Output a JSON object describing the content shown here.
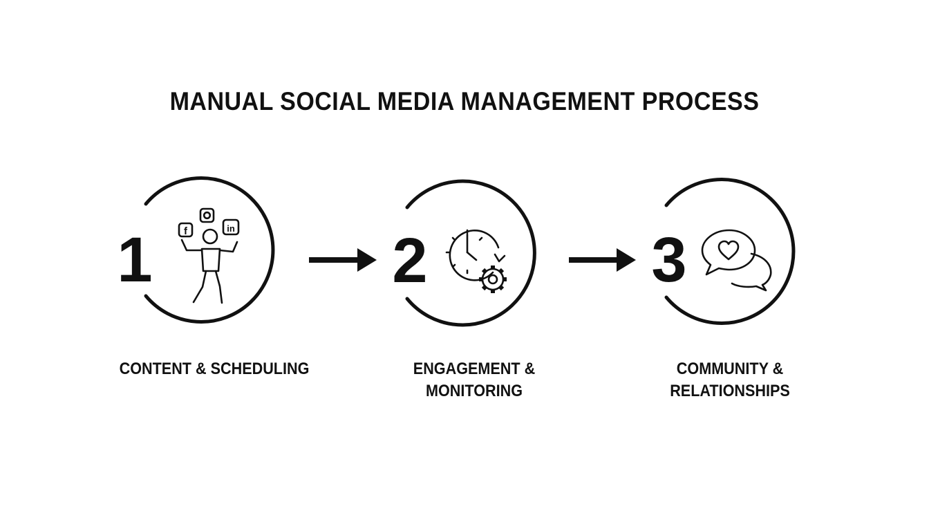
{
  "title": "MANUAL SOCIAL MEDIA MANAGEMENT PROCESS",
  "steps": [
    {
      "number": "1",
      "label_lines": [
        "CONTENT & SCHEDULING"
      ],
      "icon": "juggling-social-icons-icon"
    },
    {
      "number": "2",
      "label_lines": [
        "ENGAGEMENT &",
        "MONITORING"
      ],
      "icon": "clock-gear-icon"
    },
    {
      "number": "3",
      "label_lines": [
        "COMMUNITY &",
        "RELATIONSHIPS"
      ],
      "icon": "chat-bubbles-heart-icon"
    }
  ],
  "social_badges": {
    "facebook": "f",
    "instagram": "◎",
    "linkedin": "in"
  },
  "colors": {
    "ink": "#111111",
    "background": "#ffffff"
  }
}
